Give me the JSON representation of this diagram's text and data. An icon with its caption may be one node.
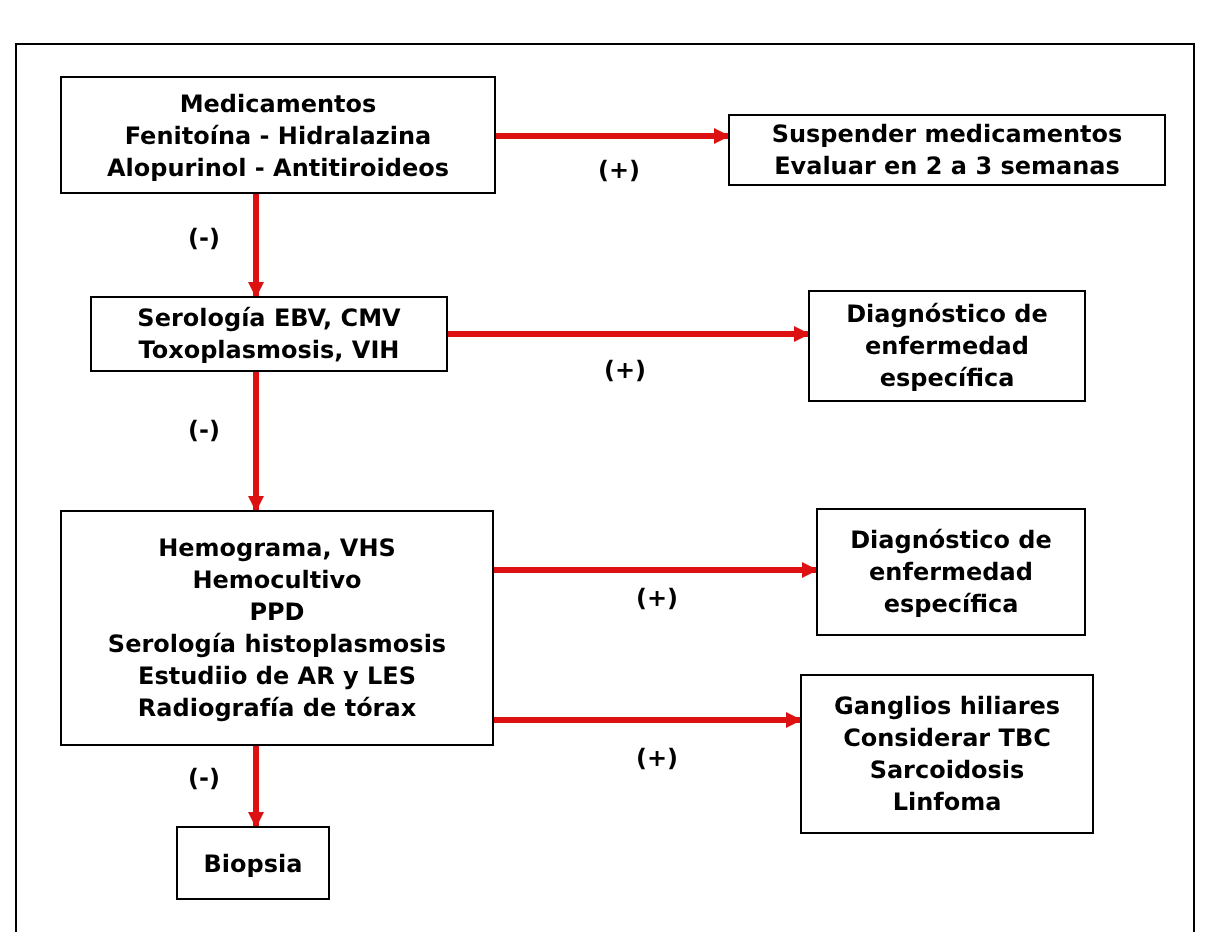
{
  "diagram": {
    "nodes": [
      {
        "text": [
          "Medicamentos",
          "Fenitoína - Hidralazina",
          "Alopurinol - Antitiroideos"
        ]
      },
      {
        "text": [
          "Suspender medicamentos",
          "Evaluar en 2 a 3 semanas"
        ]
      },
      {
        "text": [
          "Serología EBV, CMV",
          "Toxoplasmosis, VIH"
        ]
      },
      {
        "text": [
          "Diagnóstico de enfermedad específica"
        ]
      },
      {
        "text": [
          "Hemograma, VHS",
          "Hemocultivo",
          "PPD",
          "Serología histoplasmosis",
          "Estudiio de AR y LES",
          "Radiografía de tórax"
        ]
      },
      {
        "text": [
          "Diagnóstico de enfermedad específica"
        ]
      },
      {
        "text": [
          "Ganglios hiliares",
          "Considerar TBC",
          "Sarcoidosis",
          "Linfoma"
        ]
      },
      {
        "text": [
          "Biopsia"
        ]
      }
    ],
    "edges": [
      {
        "from": 0,
        "to": 1,
        "arrow": "to",
        "label": "(+)"
      },
      {
        "from": 0,
        "to": 2,
        "arrow": "to",
        "label": "(-)"
      },
      {
        "from": 2,
        "to": 3,
        "arrow": "to",
        "label": "(+)"
      },
      {
        "from": 2,
        "to": 4,
        "arrow": "to",
        "label": "(-)"
      },
      {
        "from": 4,
        "to": 5,
        "arrow": "to",
        "label": "(+)"
      },
      {
        "from": 4,
        "to": 6,
        "arrow": "to",
        "label": "(+)"
      },
      {
        "from": 4,
        "to": 7,
        "arrow": "to",
        "label": "(-)"
      }
    ]
  }
}
